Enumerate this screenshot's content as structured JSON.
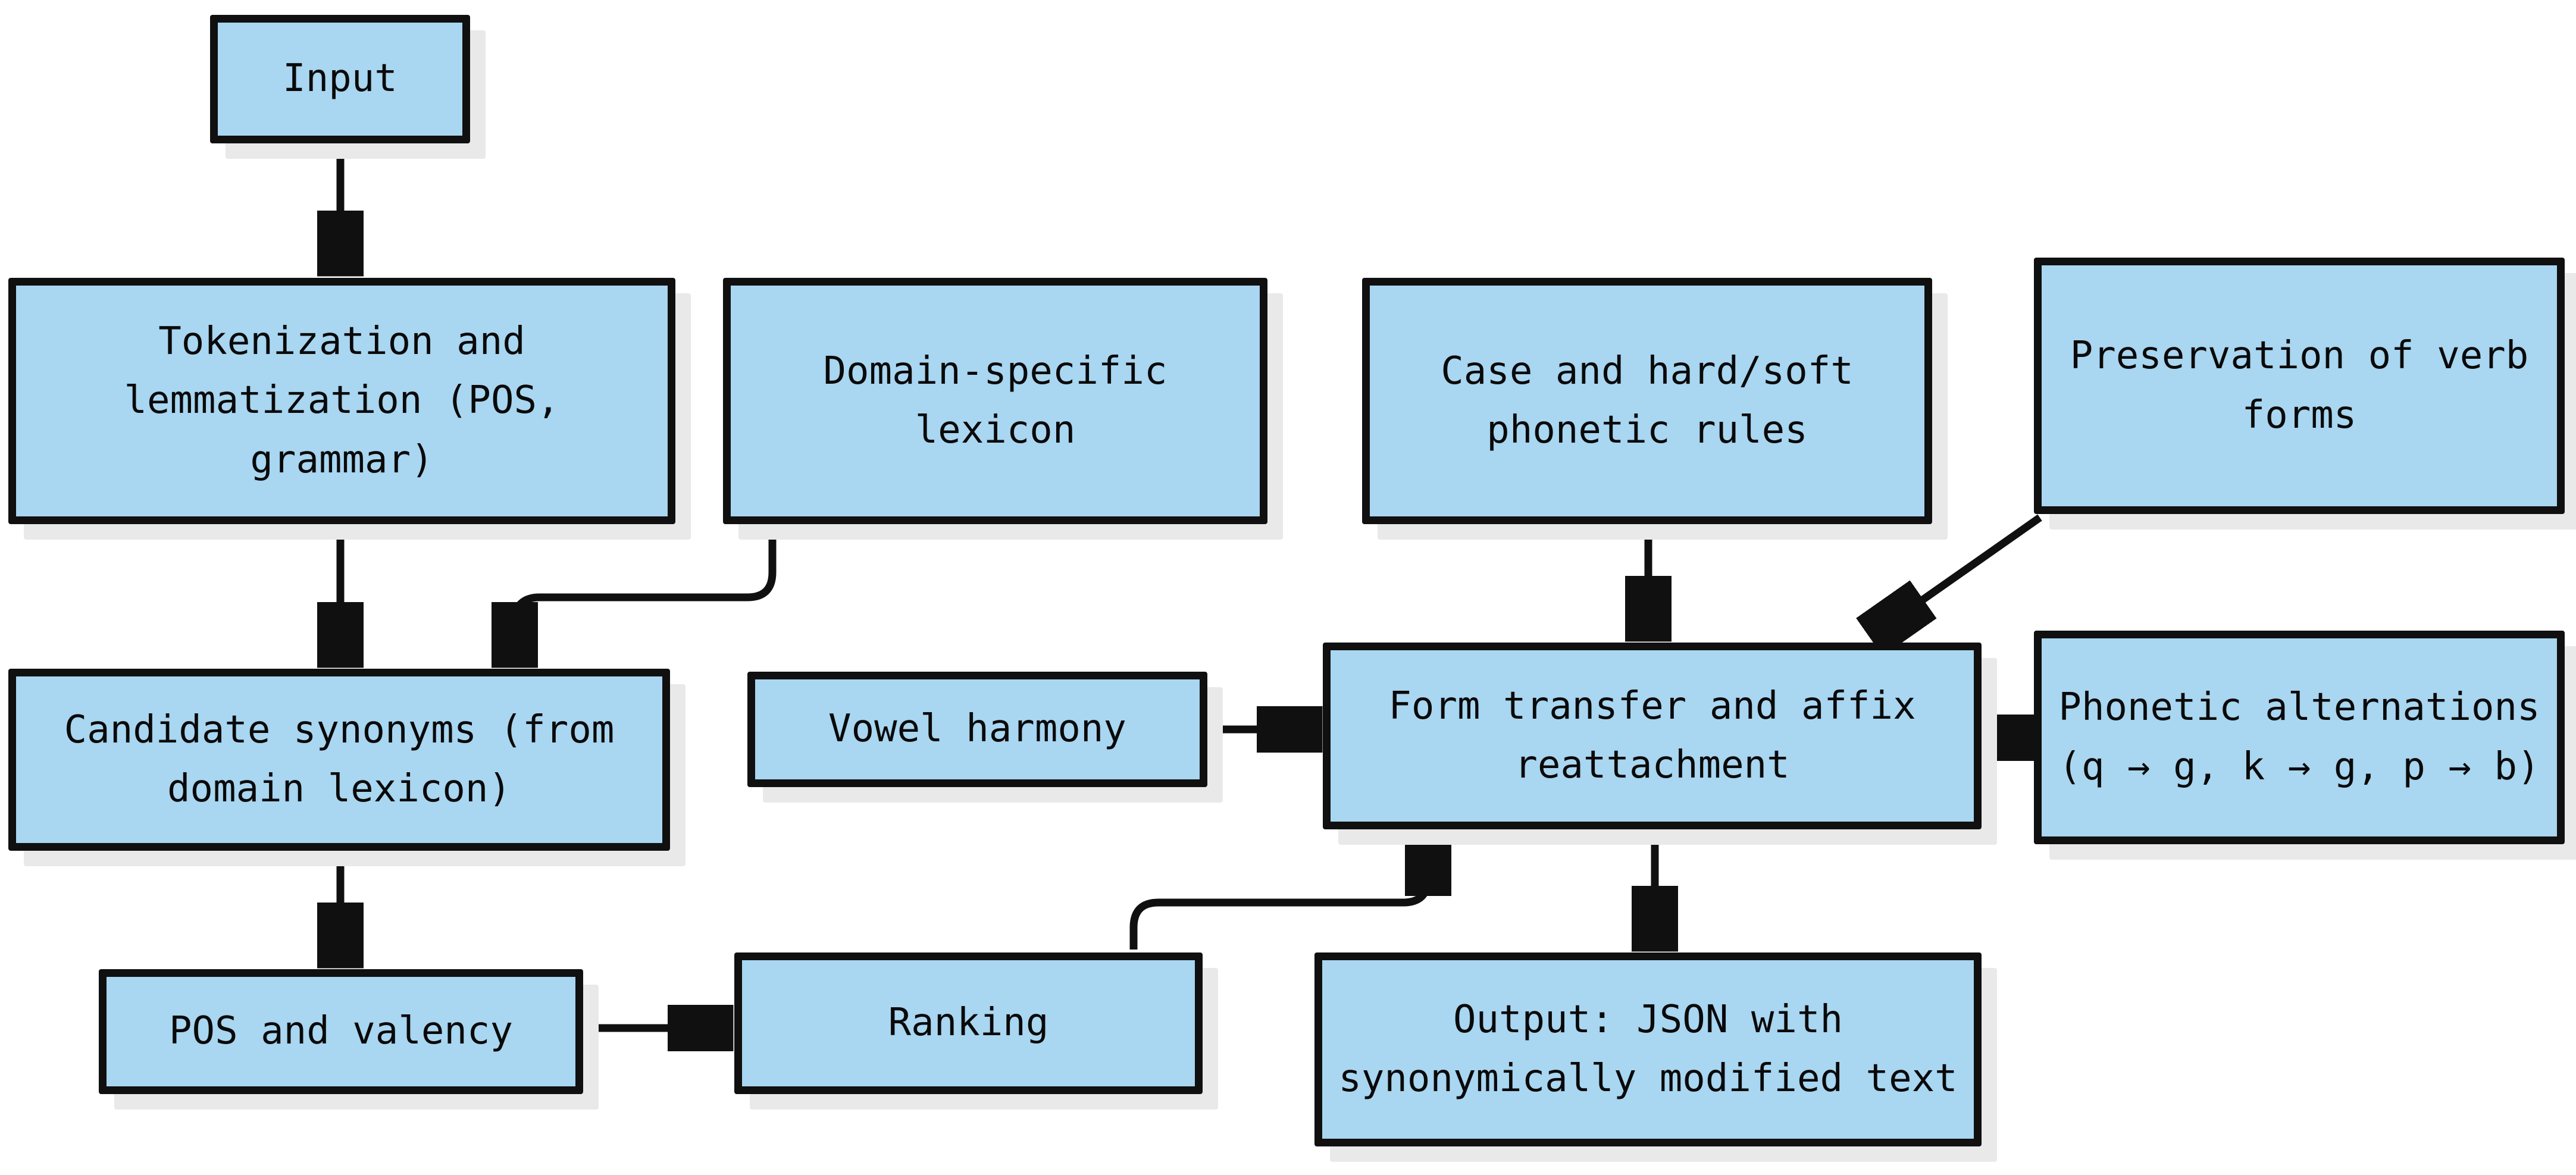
{
  "diagram": {
    "title": "Synonym substitution pipeline flowchart",
    "colors": {
      "background": "#ffffff",
      "node_fill": "#a9d6f1",
      "node_border": "#101010",
      "node_shadow": "#e9e9e9",
      "arrow": "#101010",
      "text": "#0a0a0a"
    },
    "nodes": {
      "input": {
        "lines": [
          "Input"
        ]
      },
      "tokenization": {
        "lines": [
          "Tokenization and",
          "lemmatization (POS,",
          "grammar)"
        ]
      },
      "domain": {
        "lines": [
          "Domain-specific",
          "lexicon"
        ]
      },
      "case": {
        "lines": [
          "Case and hard/soft",
          "phonetic rules"
        ]
      },
      "preservation": {
        "lines": [
          "Preservation of verb",
          "forms"
        ]
      },
      "candidate": {
        "lines": [
          "Candidate synonyms (from",
          "domain lexicon)"
        ]
      },
      "vowel": {
        "lines": [
          "Vowel harmony"
        ]
      },
      "form": {
        "lines": [
          "Form transfer and affix",
          "reattachment"
        ]
      },
      "phonetic": {
        "lines": [
          "Phonetic alternations",
          "(q → g, k → g, p → b)"
        ]
      },
      "pos": {
        "lines": [
          "POS and valency"
        ]
      },
      "ranking": {
        "lines": [
          "Ranking"
        ]
      },
      "output": {
        "lines": [
          "Output: JSON with",
          "synonymically modified text"
        ]
      }
    },
    "edges": [
      {
        "from": "input",
        "to": "tokenization"
      },
      {
        "from": "tokenization",
        "to": "candidate"
      },
      {
        "from": "domain",
        "to": "candidate"
      },
      {
        "from": "case",
        "to": "form"
      },
      {
        "from": "preservation",
        "to": "form"
      },
      {
        "from": "vowel",
        "to": "form"
      },
      {
        "from": "phonetic",
        "to": "form"
      },
      {
        "from": "candidate",
        "to": "pos"
      },
      {
        "from": "pos",
        "to": "ranking"
      },
      {
        "from": "ranking",
        "to": "form"
      },
      {
        "from": "form",
        "to": "output"
      }
    ]
  }
}
